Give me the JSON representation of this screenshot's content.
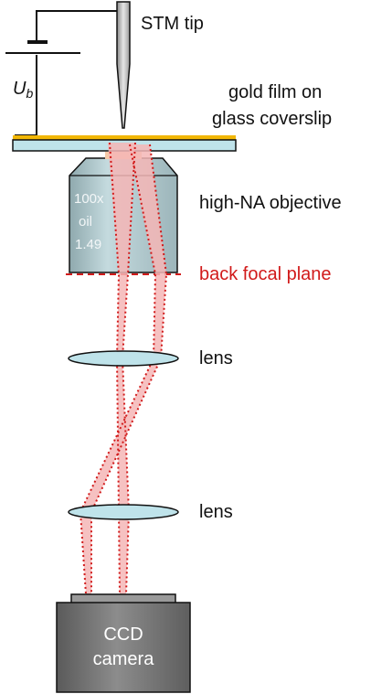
{
  "labels": {
    "stm_tip": "STM tip",
    "voltage_main": "U",
    "voltage_sub": "b",
    "gold_film_line1": "gold film on",
    "gold_film_line2": "glass coverslip",
    "objective": "high-NA objective",
    "back_focal_plane": "back focal plane",
    "lens_top": "lens",
    "lens_bottom": "lens",
    "objective_mag": "100x",
    "objective_medium": "oil",
    "objective_na": "1.49",
    "camera_line1": "CCD",
    "camera_line2": "camera"
  },
  "colors": {
    "gold": "#f2b705",
    "glass": "#bfe3ea",
    "objective": "#a9c3c8",
    "lens": "#bfe3ea",
    "beam": "#f5b6b6",
    "beam_edge": "#d11a1a",
    "camera": "#6e6e6e"
  }
}
